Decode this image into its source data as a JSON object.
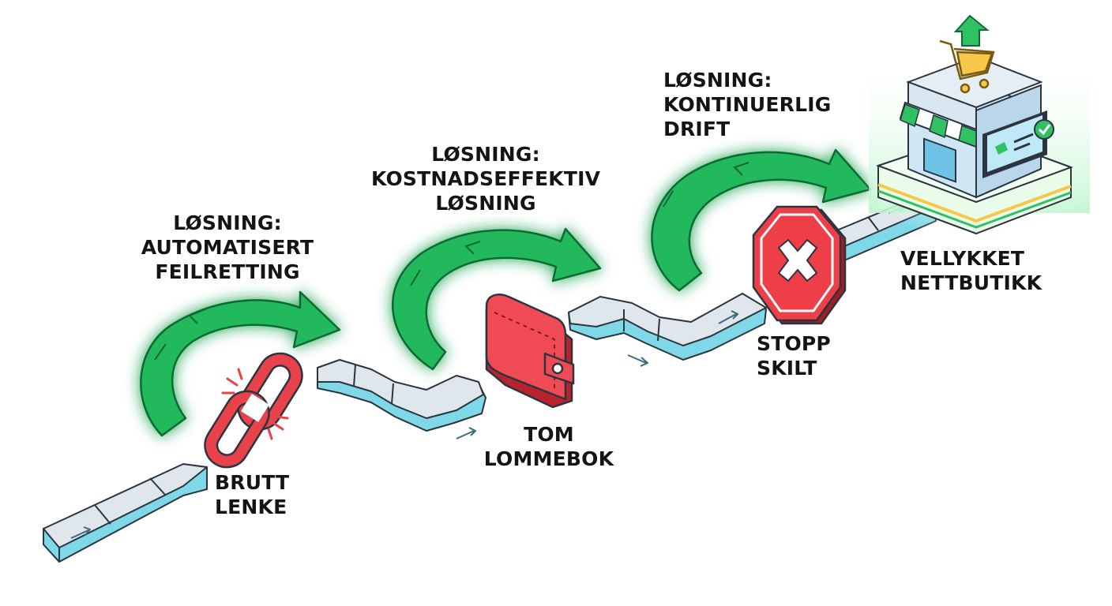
{
  "obstacles": {
    "broken_link": {
      "lines": [
        "BRUTT",
        "LENKE"
      ],
      "icon": "broken-chain-link-icon",
      "color": "#e8424b"
    },
    "empty_wallet": {
      "lines": [
        "TOM",
        "LOMMEBOK"
      ],
      "icon": "empty-wallet-icon",
      "color": "#f04a55"
    },
    "stop_sign": {
      "lines": [
        "STOPP",
        "SKILT"
      ],
      "icon": "stop-sign-icon",
      "color": "#ee3e48"
    }
  },
  "solutions": {
    "automated_fix": {
      "lines": [
        "LØSNING:",
        "AUTOMATISERT",
        "FEILRETTING"
      ],
      "icon": "curved-green-arrow-icon"
    },
    "cost_effective": {
      "lines": [
        "LØSNING:",
        "KOSTNADSEFFEKTIV",
        "LØSNING"
      ],
      "icon": "curved-green-arrow-icon"
    },
    "continuous_ops": {
      "lines": [
        "LØSNING:",
        "KONTINUERLIG",
        "DRIFT"
      ],
      "icon": "curved-green-arrow-icon"
    }
  },
  "goal": {
    "lines": [
      "VELLYKKET",
      "NETTBUTIKK"
    ],
    "icon": "online-store-icon"
  },
  "colors": {
    "path_top": "#dfe6ec",
    "path_side": "#7fd8e8",
    "path_edge": "#2c3440",
    "arrow_green": "#1fb85a",
    "arrow_green_dark": "#128a40",
    "glow": "#b8f5c8",
    "danger": "#e8424b"
  }
}
